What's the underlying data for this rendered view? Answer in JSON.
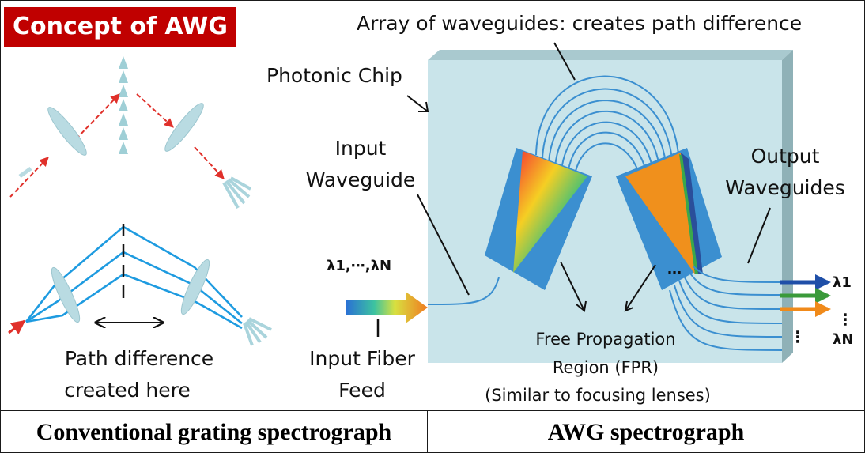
{
  "title": "Concept of AWG",
  "labels": {
    "array": "Array of waveguides: creates path difference",
    "chip": "Photonic Chip",
    "input_wg_1": "Input",
    "input_wg_2": "Waveguide",
    "output_wg_1": "Output",
    "output_wg_2": "Waveguides",
    "lambda_in": "λ1,⋯,λN",
    "input_fiber_1": "Input Fiber",
    "input_fiber_2": "Feed",
    "fpr_1": "Free Propagation",
    "fpr_2": "Region (FPR)",
    "fpr_3": "(Similar to focusing lenses)",
    "path_diff_1": "Path difference",
    "path_diff_2": "created here",
    "lambda_out_1": "λ1",
    "lambda_out_n": "λN"
  },
  "footer": {
    "left": "Conventional grating spectrograph",
    "right": "AWG spectrograph"
  },
  "colors": {
    "badge": "#c00000",
    "chip": "#c9e4ea",
    "waveguide": "#3b8fd0",
    "ray_red": "#e0302a",
    "ray_blue": "#1e9be0",
    "lens": "#b9dbe2",
    "arrow_blue": "#1f4fa8",
    "arrow_green": "#3a9a3a",
    "arrow_orange": "#f08a1a"
  }
}
